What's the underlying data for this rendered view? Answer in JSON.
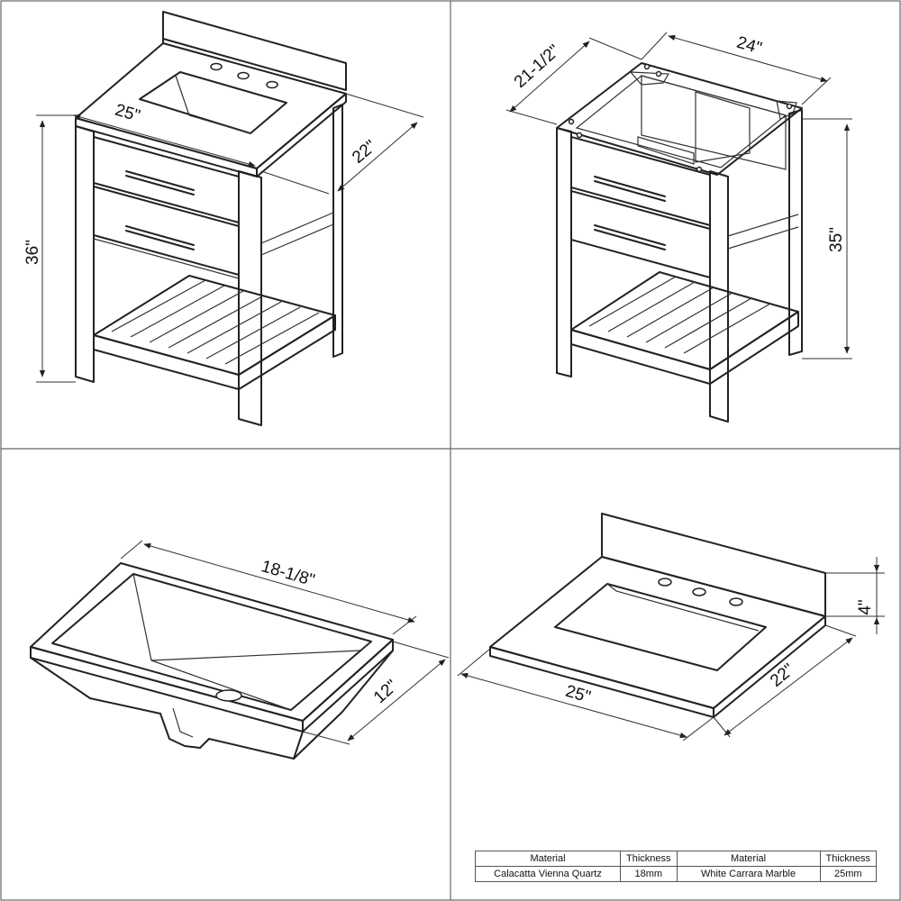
{
  "views": {
    "vanity": {
      "width_label": "25\"",
      "depth_label": "22\"",
      "height_label": "36\""
    },
    "cabinet": {
      "width_label": "24\"",
      "depth_label": "21-1/2\"",
      "height_label": "35\""
    },
    "sink": {
      "length_label": "18-1/8\"",
      "width_label": "12\""
    },
    "top": {
      "width_label": "25\"",
      "depth_label": "22\"",
      "backsplash_label": "4\""
    }
  },
  "material_table": {
    "headers": [
      "Material",
      "Thickness",
      "Material",
      "Thickness"
    ],
    "rows": [
      [
        "Calacatta Vienna Quartz",
        "18mm",
        "White Carrara Marble",
        "25mm"
      ]
    ]
  }
}
